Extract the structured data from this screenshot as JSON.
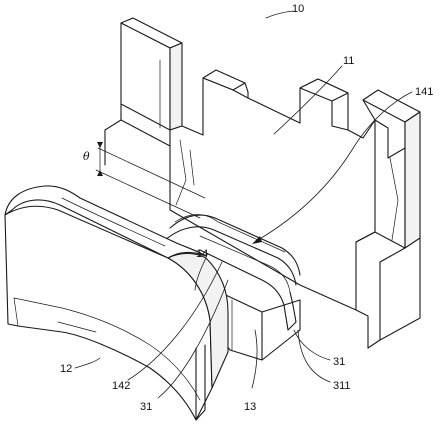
{
  "figure": {
    "labels": {
      "assembly": "10",
      "housing": "11",
      "cover": "12",
      "base": "13",
      "channel": "14",
      "channel_slot": "141",
      "channel_edge": "142",
      "terminal_left": "31",
      "terminal_right": "31",
      "terminal_tip": "311",
      "angle": "θ"
    }
  }
}
